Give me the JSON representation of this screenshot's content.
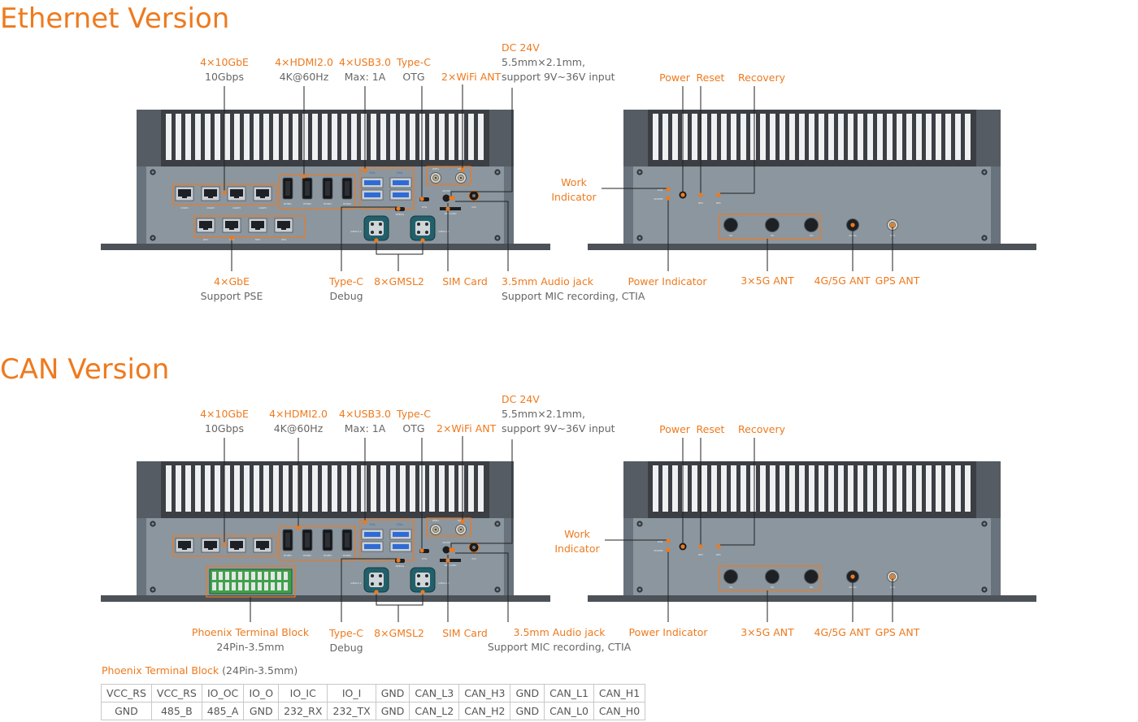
{
  "titles": {
    "ethernet": "Ethernet Version",
    "can": "CAN Version"
  },
  "colors": {
    "accent": "#ee7a1e",
    "body": "#69737d",
    "heatsink": "#3b3e43",
    "panel": "#8b969f"
  },
  "ethernet": {
    "front": {
      "gbe10": {
        "t": "4×10GbE",
        "s": "10Gbps"
      },
      "hdmi": {
        "t": "4×HDMI2.0",
        "s": "4K@60Hz"
      },
      "usb": {
        "t": "4×USB3.0",
        "s": "Max: 1A"
      },
      "typec_otg": {
        "t": "Type-C",
        "s": "OTG"
      },
      "wifi": {
        "t": "2×WiFi ANT"
      },
      "dc": {
        "t": "DC 24V",
        "s1": "5.5mm×2.1mm,",
        "s2": "support 9V~36V input"
      },
      "gbe": {
        "t": "4×GbE",
        "s": "Support PSE"
      },
      "typec_debug": {
        "t": "Type-C",
        "s": "Debug"
      },
      "gmsl": {
        "t": "8×GMSL2"
      },
      "sim": {
        "t": "SIM Card"
      },
      "audio": {
        "t": "3.5mm Audio jack",
        "s": "Support MIC recording, CTIA"
      }
    },
    "rear": {
      "power": "Power",
      "reset": "Reset",
      "recovery": "Recovery",
      "work1": "Work",
      "work2": "Indicator",
      "power_ind": "Power Indicator",
      "ant5g": "3×5G ANT",
      "ant4g": "4G/5G ANT",
      "gps": "GPS ANT"
    }
  },
  "can": {
    "front": {
      "gbe10": {
        "t": "4×10GbE",
        "s": "10Gbps"
      },
      "hdmi": {
        "t": "4×HDMI2.0",
        "s": "4K@60Hz"
      },
      "usb": {
        "t": "4×USB3.0",
        "s": "Max: 1A"
      },
      "typec_otg": {
        "t": "Type-C",
        "s": "OTG"
      },
      "wifi": {
        "t": "2×WiFi ANT"
      },
      "dc": {
        "t": "DC 24V",
        "s1": "5.5mm×2.1mm,",
        "s2": "support 9V~36V input"
      },
      "phoenix": {
        "t": "Phoenix Terminal Block",
        "s": "24Pin-3.5mm"
      },
      "typec_debug": {
        "t": "Type-C",
        "s": "Debug"
      },
      "gmsl": {
        "t": "8×GMSL2"
      },
      "sim": {
        "t": "SIM Card"
      },
      "audio": {
        "t": "3.5mm Audio jack",
        "s": "Support MIC recording, CTIA"
      }
    },
    "rear": {
      "power": "Power",
      "reset": "Reset",
      "recovery": "Recovery",
      "work1": "Work",
      "work2": "Indicator",
      "power_ind": "Power Indicator",
      "ant5g": "3×5G ANT",
      "ant4g": "4G/5G ANT",
      "gps": "GPS ANT"
    }
  },
  "panel_text": {
    "tgbe": [
      "10GE1",
      "10GE2",
      "10GE3",
      "10GE4"
    ],
    "gbe": [
      "GE1",
      "GE2",
      "GE3",
      "GE4"
    ],
    "hdmi": [
      "HDMI1",
      "HDMI2",
      "HDMI3",
      "HDMI4"
    ],
    "usb": "SS⇆",
    "wifi": [
      "WIFI1",
      "WIFI2"
    ],
    "audio": "AUDIO",
    "otg": "OTG",
    "debug": "DEBUG",
    "sim": "SIM CARD",
    "dc": "24V",
    "gmsl": [
      "GMSL2-1",
      "GMSL2-2"
    ],
    "run": "RUN",
    "pwr": "POWER",
    "rst": "RES",
    "rec": "REC",
    "ant": [
      "5G",
      "5G",
      "5G",
      "4G/5G",
      "GPS"
    ]
  },
  "terminal_block": {
    "title": "Phoenix Terminal Block",
    "subtitle": "(24Pin-3.5mm)",
    "rows": [
      [
        "VCC_RS",
        "VCC_RS",
        "IO_OC",
        "IO_O",
        "IO_IC",
        "IO_I",
        "GND",
        "CAN_L3",
        "CAN_H3",
        "GND",
        "CAN_L1",
        "CAN_H1"
      ],
      [
        "GND",
        "485_B",
        "485_A",
        "GND",
        "232_RX",
        "232_TX",
        "GND",
        "CAN_L2",
        "CAN_H2",
        "GND",
        "CAN_L0",
        "CAN_H0"
      ]
    ]
  }
}
